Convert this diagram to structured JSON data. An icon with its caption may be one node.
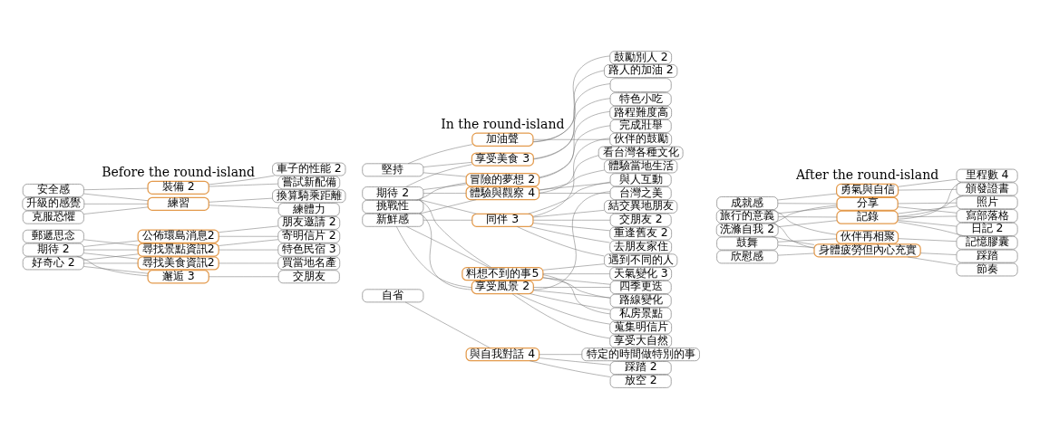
{
  "diagram": {
    "nodes": [
      {
        "text": [
          "好奇心 2"
        ]
      },
      {
        "text": [
          "期待 2"
        ]
      },
      {
        "text": [
          "郵遞思念"
        ]
      },
      {
        "text": [
          "克服恐懼"
        ]
      },
      {
        "text": [
          "升級的感覺"
        ]
      },
      {
        "text": [
          "安全感"
        ]
      },
      {
        "text": [
          "公佈環島消息2"
        ]
      },
      {
        "text": [
          "邂逅 3"
        ]
      },
      {
        "text": [
          "尋找美食資訊2"
        ]
      },
      {
        "text": [
          "尋找景點資訊2"
        ]
      },
      {
        "text": [
          "練習"
        ]
      },
      {
        "text": [
          "裝備 2"
        ]
      },
      {
        "text": [
          "寄明信片 2"
        ]
      },
      {
        "text": [
          "朋友邀請 2"
        ]
      },
      {
        "text": [
          "交朋友"
        ]
      },
      {
        "text": [
          "買當地名產"
        ]
      },
      {
        "text": [
          "特色民宿 3"
        ]
      },
      {
        "text": [
          "換算騎乘距離"
        ]
      },
      {
        "text": [
          "練體力"
        ]
      },
      {
        "text": [
          "車子的性能 2"
        ]
      },
      {
        "text": [
          "嘗試新配備"
        ]
      },
      {
        "text": [
          "自省"
        ]
      },
      {
        "text": [
          "挑戰性"
        ]
      },
      {
        "text": [
          "期待 2"
        ]
      },
      {
        "text": [
          "新鮮感"
        ]
      },
      {
        "text": [
          "堅持"
        ]
      },
      {
        "text": [
          "與自我對話 4"
        ]
      },
      {
        "text": [
          "同伴 3"
        ]
      },
      {
        "text": [
          "體驗與觀察 4"
        ]
      },
      {
        "text": [
          "冒險的夢想 2"
        ]
      },
      {
        "text": [
          "料想不到的事5"
        ]
      },
      {
        "text": [
          "享受風景 2"
        ]
      },
      {
        "text": [
          "享受美食 3"
        ]
      },
      {
        "text": [
          "加油聲"
        ]
      },
      {
        "text": [
          "放空 2"
        ]
      },
      {
        "text": [
          "踩踏 2"
        ]
      },
      {
        "text": [
          "特定的時間做特別的事"
        ]
      },
      {
        "text": [
          "去朋友家住"
        ]
      },
      {
        "text": [
          "重逢舊友 2"
        ]
      },
      {
        "text": [
          "交朋友 2"
        ]
      },
      {
        "text": [
          "結交異地朋友"
        ]
      },
      {
        "text": [
          "與人互動"
        ]
      },
      {
        "text": [
          "看台灣各種文化"
        ]
      },
      {
        "text": [
          "體驗當地生活"
        ]
      },
      {
        "text": [
          "路程難度高"
        ]
      },
      {
        "text": [
          "完成壯舉"
        ]
      },
      {
        "text": [
          "天氣變化 3"
        ]
      },
      {
        "text": [
          "遇到不同的人"
        ]
      },
      {
        "text": [
          "四季更迭"
        ]
      },
      {
        "text": [
          "蒐集明信片"
        ]
      },
      {
        "text": [
          "私房景點"
        ]
      },
      {
        "text": [
          "路線變化"
        ]
      },
      {
        "text": [
          "享受大自然"
        ]
      },
      {
        "text": [
          "台灣之美"
        ]
      },
      {
        "text": [],
        "shape": "box"
      },
      {
        "text": [
          "特色小吃"
        ]
      },
      {
        "text": [
          "鼓勵別人 2"
        ]
      },
      {
        "text": [
          "伙伴的鼓勵"
        ]
      },
      {
        "text": [
          "路人的加油 2"
        ]
      },
      {
        "text": [
          "鼓舞"
        ]
      },
      {
        "text": [
          "旅行的意義"
        ]
      },
      {
        "text": [
          "洗滌自我 2"
        ]
      },
      {
        "text": [
          "欣慰感"
        ]
      },
      {
        "text": [
          "成就感"
        ]
      },
      {
        "text": [
          "身體疲勞但內心充實"
        ]
      },
      {
        "text": [
          "伙伴再相聚"
        ]
      },
      {
        "text": [
          "分享"
        ]
      },
      {
        "text": [
          "記錄"
        ]
      },
      {
        "text": [
          "勇氣與自信"
        ]
      },
      {
        "text": [
          "節奏"
        ]
      },
      {
        "text": [
          "踩踏"
        ]
      },
      {
        "text": [
          "記憶膠囊"
        ]
      },
      {
        "text": [
          "寫部落格"
        ]
      },
      {
        "text": [
          "日記 2"
        ]
      },
      {
        "text": [
          "照片"
        ]
      },
      {
        "text": [
          "頒發證書"
        ]
      },
      {
        "text": [
          "里程數 4"
        ]
      }
    ],
    "edges": [
      {
        "from": 0,
        "to": 7,
        "arrow": "none"
      },
      {
        "from": 0,
        "to": 8,
        "arrow": "none"
      },
      {
        "from": 0,
        "to": 9,
        "arrow": "none"
      },
      {
        "from": 1,
        "to": 6,
        "arrow": "none"
      },
      {
        "from": 1,
        "to": 7,
        "arrow": "none"
      },
      {
        "from": 1,
        "to": 8,
        "arrow": "none"
      },
      {
        "from": 1,
        "to": 9,
        "arrow": "none"
      },
      {
        "from": 2,
        "to": 9,
        "arrow": "none"
      },
      {
        "from": 3,
        "to": 10,
        "arrow": "none"
      },
      {
        "from": 4,
        "to": 10,
        "arrow": "none"
      },
      {
        "from": 5,
        "to": 10,
        "arrow": "none"
      },
      {
        "from": 5,
        "to": 11,
        "arrow": "none"
      },
      {
        "from": 6,
        "to": 12,
        "arrow": "none"
      },
      {
        "from": 6,
        "to": 13,
        "arrow": "none"
      },
      {
        "from": 7,
        "to": 14,
        "arrow": "none"
      },
      {
        "from": 8,
        "to": 15,
        "arrow": "none"
      },
      {
        "from": 9,
        "to": 12,
        "arrow": "none"
      },
      {
        "from": 9,
        "to": 16,
        "arrow": "none"
      },
      {
        "from": 10,
        "to": 17,
        "arrow": "none"
      },
      {
        "from": 10,
        "to": 18,
        "arrow": "none"
      },
      {
        "from": 11,
        "to": 19,
        "arrow": "none"
      },
      {
        "from": 11,
        "to": 20,
        "arrow": "none"
      },
      {
        "from": 21,
        "to": 26,
        "arrow": "none"
      },
      {
        "from": 22,
        "to": 29,
        "arrow": "none"
      },
      {
        "from": 22,
        "to": 31,
        "arrow": "none"
      },
      {
        "from": 23,
        "to": 27,
        "arrow": "none"
      },
      {
        "from": 23,
        "to": 28,
        "arrow": "none"
      },
      {
        "from": 23,
        "to": 29,
        "arrow": "none"
      },
      {
        "from": 23,
        "to": 30,
        "arrow": "none"
      },
      {
        "from": 23,
        "to": 32,
        "arrow": "none"
      },
      {
        "from": 24,
        "to": 27,
        "arrow": "none"
      },
      {
        "from": 24,
        "to": 28,
        "arrow": "none"
      },
      {
        "from": 24,
        "to": 30,
        "arrow": "none"
      },
      {
        "from": 24,
        "to": 31,
        "arrow": "none"
      },
      {
        "from": 25,
        "to": 29,
        "arrow": "none"
      },
      {
        "from": 25,
        "to": 32,
        "arrow": "none"
      },
      {
        "from": 25,
        "to": 33,
        "arrow": "none"
      },
      {
        "from": 26,
        "to": 34,
        "arrow": "none"
      },
      {
        "from": 26,
        "to": 35,
        "arrow": "none"
      },
      {
        "from": 26,
        "to": 36,
        "arrow": "none"
      },
      {
        "from": 27,
        "to": 37,
        "arrow": "none"
      },
      {
        "from": 27,
        "to": 38,
        "arrow": "none"
      },
      {
        "from": 27,
        "to": 39,
        "arrow": "none"
      },
      {
        "from": 27,
        "to": 40,
        "arrow": "none"
      },
      {
        "from": 27,
        "to": 41,
        "arrow": "none"
      },
      {
        "from": 27,
        "to": 47,
        "arrow": "none"
      },
      {
        "from": 27,
        "to": 57,
        "arrow": "none"
      },
      {
        "from": 28,
        "to": 41,
        "arrow": "none"
      },
      {
        "from": 28,
        "to": 42,
        "arrow": "none"
      },
      {
        "from": 28,
        "to": 43,
        "arrow": "none"
      },
      {
        "from": 28,
        "to": 53,
        "arrow": "none"
      },
      {
        "from": 29,
        "to": 44,
        "arrow": "none"
      },
      {
        "from": 29,
        "to": 45,
        "arrow": "none"
      },
      {
        "from": 30,
        "to": 46,
        "arrow": "none"
      },
      {
        "from": 30,
        "to": 47,
        "arrow": "none"
      },
      {
        "from": 30,
        "to": 48,
        "arrow": "none"
      },
      {
        "from": 30,
        "to": 50,
        "arrow": "none"
      },
      {
        "from": 30,
        "to": 51,
        "arrow": "none"
      },
      {
        "from": 31,
        "to": 48,
        "arrow": "none"
      },
      {
        "from": 31,
        "to": 49,
        "arrow": "none"
      },
      {
        "from": 31,
        "to": 50,
        "arrow": "none"
      },
      {
        "from": 31,
        "to": 51,
        "arrow": "none"
      },
      {
        "from": 31,
        "to": 52,
        "arrow": "none"
      },
      {
        "from": 31,
        "to": 53,
        "arrow": "none"
      },
      {
        "from": 32,
        "to": 54,
        "arrow": "none"
      },
      {
        "from": 32,
        "to": 55,
        "arrow": "none"
      },
      {
        "from": 33,
        "to": 56,
        "arrow": "none"
      },
      {
        "from": 33,
        "to": 57,
        "arrow": "none"
      },
      {
        "from": 33,
        "to": 58,
        "arrow": "none"
      },
      {
        "from": 59,
        "to": 64,
        "arrow": "none"
      },
      {
        "from": 59,
        "to": 65,
        "arrow": "none"
      },
      {
        "from": 60,
        "to": 64,
        "arrow": "none"
      },
      {
        "from": 60,
        "to": 66,
        "arrow": "none"
      },
      {
        "from": 60,
        "to": 67,
        "arrow": "none"
      },
      {
        "from": 61,
        "to": 64,
        "arrow": "none"
      },
      {
        "from": 61,
        "to": 66,
        "arrow": "none"
      },
      {
        "from": 61,
        "to": 67,
        "arrow": "none"
      },
      {
        "from": 62,
        "to": 64,
        "arrow": "none"
      },
      {
        "from": 63,
        "to": 65,
        "arrow": "none"
      },
      {
        "from": 63,
        "to": 66,
        "arrow": "none"
      },
      {
        "from": 63,
        "to": 68,
        "arrow": "none"
      },
      {
        "from": 64,
        "to": 69,
        "arrow": "none"
      },
      {
        "from": 64,
        "to": 70,
        "arrow": "none"
      },
      {
        "from": 65,
        "to": 71,
        "arrow": "none"
      },
      {
        "from": 66,
        "to": 72,
        "arrow": "none"
      },
      {
        "from": 66,
        "to": 74,
        "arrow": "none"
      },
      {
        "from": 67,
        "to": 71,
        "arrow": "none"
      },
      {
        "from": 67,
        "to": 72,
        "arrow": "none"
      },
      {
        "from": 67,
        "to": 73,
        "arrow": "none"
      },
      {
        "from": 67,
        "to": 74,
        "arrow": "none"
      },
      {
        "from": 67,
        "to": 75,
        "arrow": "none"
      },
      {
        "from": 67,
        "to": 76,
        "arrow": "none"
      },
      {
        "from": 68,
        "to": 75,
        "arrow": "none"
      },
      {
        "from": 68,
        "to": 76,
        "arrow": "none"
      }
    ],
    "labels": [
      "Before the round-island",
      "In the round-island",
      "After the round-island"
    ]
  }
}
